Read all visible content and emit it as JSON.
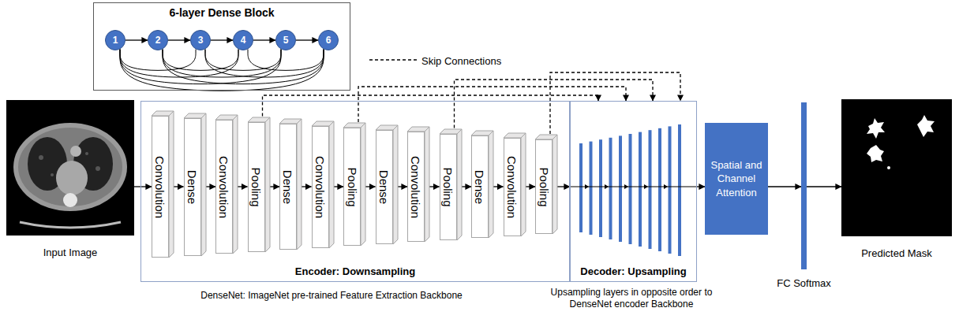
{
  "diagram": {
    "nodes": [
      {
        "text": [
          "Input Image"
        ]
      },
      {
        "text": [
          "6-layer Dense Block"
        ]
      },
      {
        "text": [
          "1"
        ],
        "in": 1
      },
      {
        "text": [
          "2"
        ],
        "in": 1
      },
      {
        "text": [
          "3"
        ],
        "in": 1
      },
      {
        "text": [
          "4"
        ],
        "in": 1
      },
      {
        "text": [
          "5"
        ],
        "in": 1
      },
      {
        "text": [
          "6"
        ],
        "in": 1
      },
      {
        "text": [
          "Encoder: Downsampling"
        ]
      },
      {
        "text": [
          "Convolution"
        ],
        "in": 8
      },
      {
        "text": [
          "Dense"
        ],
        "in": 8
      },
      {
        "text": [
          "Convolution"
        ],
        "in": 8
      },
      {
        "text": [
          "Pooling"
        ],
        "in": 8
      },
      {
        "text": [
          "Dense"
        ],
        "in": 8
      },
      {
        "text": [
          "Convolution"
        ],
        "in": 8
      },
      {
        "text": [
          "Pooling"
        ],
        "in": 8
      },
      {
        "text": [
          "Dense"
        ],
        "in": 8
      },
      {
        "text": [
          "Convolution"
        ],
        "in": 8
      },
      {
        "text": [
          "Pooling"
        ],
        "in": 8
      },
      {
        "text": [
          "Dense"
        ],
        "in": 8
      },
      {
        "text": [
          "Convolution"
        ],
        "in": 8
      },
      {
        "text": [
          "Pooling"
        ],
        "in": 8
      },
      {
        "text": [
          "Decoder: Upsampling"
        ]
      },
      {
        "text": [
          "Spatial and Channel Attention"
        ]
      },
      {
        "text": [
          "FC Softmax"
        ]
      },
      {
        "text": [
          "Predicted Mask"
        ]
      }
    ],
    "edges": [
      {
        "from": 0,
        "to": 9,
        "arrow": "to"
      },
      {
        "from": 2,
        "to": 3,
        "arrow": "to"
      },
      {
        "from": 3,
        "to": 4,
        "arrow": "to"
      },
      {
        "from": 4,
        "to": 5,
        "arrow": "to"
      },
      {
        "from": 5,
        "to": 6,
        "arrow": "to"
      },
      {
        "from": 6,
        "to": 7,
        "arrow": "to"
      },
      {
        "from": 2,
        "to": 4,
        "arrow": "none"
      },
      {
        "from": 2,
        "to": 5,
        "arrow": "none"
      },
      {
        "from": 2,
        "to": 6,
        "arrow": "none"
      },
      {
        "from": 2,
        "to": 7,
        "arrow": "none"
      },
      {
        "from": 3,
        "to": 5,
        "arrow": "none"
      },
      {
        "from": 3,
        "to": 6,
        "arrow": "none"
      },
      {
        "from": 3,
        "to": 7,
        "arrow": "none"
      },
      {
        "from": 4,
        "to": 6,
        "arrow": "none"
      },
      {
        "from": 4,
        "to": 7,
        "arrow": "none"
      },
      {
        "from": 5,
        "to": 7,
        "arrow": "none"
      },
      {
        "from": 9,
        "to": 10,
        "arrow": "to"
      },
      {
        "from": 10,
        "to": 11,
        "arrow": "to"
      },
      {
        "from": 11,
        "to": 12,
        "arrow": "to"
      },
      {
        "from": 12,
        "to": 13,
        "arrow": "to"
      },
      {
        "from": 13,
        "to": 14,
        "arrow": "to"
      },
      {
        "from": 14,
        "to": 15,
        "arrow": "to"
      },
      {
        "from": 15,
        "to": 16,
        "arrow": "to"
      },
      {
        "from": 16,
        "to": 17,
        "arrow": "to"
      },
      {
        "from": 17,
        "to": 18,
        "arrow": "to"
      },
      {
        "from": 18,
        "to": 19,
        "arrow": "to"
      },
      {
        "from": 19,
        "to": 20,
        "arrow": "to"
      },
      {
        "from": 20,
        "to": 21,
        "arrow": "to"
      },
      {
        "from": 21,
        "to": 22,
        "arrow": "to"
      },
      {
        "from": 12,
        "to": 22,
        "arrow": "to"
      },
      {
        "from": 15,
        "to": 22,
        "arrow": "to"
      },
      {
        "from": 18,
        "to": 22,
        "arrow": "to"
      },
      {
        "from": 21,
        "to": 22,
        "arrow": "to"
      },
      {
        "from": 22,
        "to": 23,
        "arrow": "to"
      },
      {
        "from": 23,
        "to": 24,
        "arrow": "to"
      },
      {
        "from": 24,
        "to": 25,
        "arrow": "to"
      }
    ],
    "labels": [
      "DenseNet: ImageNet pre-trained Feature Extraction Backbone",
      "Upsampling layers in opposite order to DenseNet encoder Backbone"
    ],
    "legend": [
      {
        "text": "Skip Connections"
      }
    ]
  }
}
